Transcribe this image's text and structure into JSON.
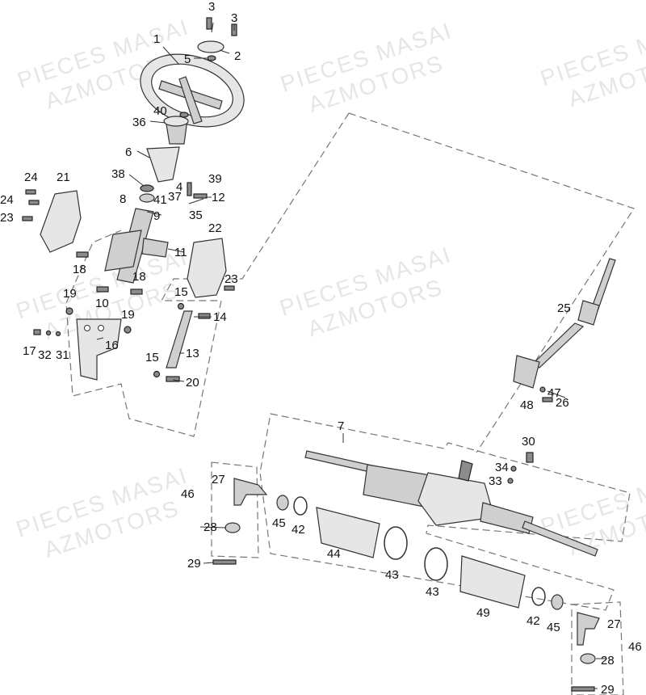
{
  "watermarks": [
    {
      "line1": "PIECES MASAI",
      "line2": "AZMOTORS"
    },
    {
      "line1": "PIECES MASAI",
      "line2": "AZMOTORS"
    },
    {
      "line1": "PIECES MASAI",
      "line2": "AZMOTORS"
    },
    {
      "line1": "PIECES MASAI",
      "line2": "AZMOTORS"
    },
    {
      "line1": "PIECES MASAI",
      "line2": "AZMOTORS"
    },
    {
      "line1": "PIECES MASAI",
      "line2": "AZMOTORS"
    },
    {
      "line1": "PIECES MASAI",
      "line2": "AZMOTORS"
    }
  ],
  "callouts": {
    "c3a": "3",
    "c3b": "3",
    "c1": "1",
    "c2": "2",
    "c5": "5",
    "c40": "40",
    "c36": "36",
    "c6": "6",
    "c38": "38",
    "c4": "4",
    "c39": "39",
    "c8": "8",
    "c41": "41",
    "c37": "37",
    "c12": "12",
    "c9": "9",
    "c35": "35",
    "c22": "22",
    "c24a": "24",
    "c21": "21",
    "c24b": "24",
    "c23a": "23",
    "c11": "11",
    "c18a": "18",
    "c18b": "18",
    "c23b": "23",
    "c15a": "15",
    "c19a": "19",
    "c10": "10",
    "c19b": "19",
    "c14": "14",
    "c17": "17",
    "c32": "32",
    "c31": "31",
    "c16": "16",
    "c13": "13",
    "c15b": "15",
    "c20": "20",
    "c25": "25",
    "c47": "47",
    "c48": "48",
    "c26": "26",
    "c7": "7",
    "c30": "30",
    "c34": "34",
    "c33": "33",
    "c46a": "46",
    "c27a": "27",
    "c28a": "28",
    "c29a": "29",
    "c45a": "45",
    "c42a": "42",
    "c44": "44",
    "c43a": "43",
    "c43b": "43",
    "c49": "49",
    "c42b": "42",
    "c45b": "45",
    "c27b": "27",
    "c46b": "46",
    "c28b": "28",
    "c29b": "29"
  }
}
